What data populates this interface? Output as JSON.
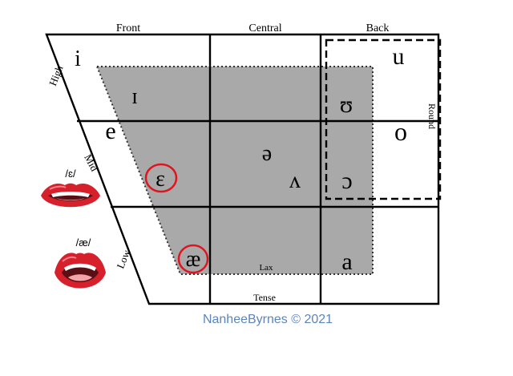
{
  "column_headers": {
    "front": "Front",
    "central": "Central",
    "back": "Back"
  },
  "row_labels": {
    "high": "High",
    "mid": "Mid",
    "low": "Low"
  },
  "region_labels": {
    "round": "Round",
    "lax": "Lax",
    "tense": "Tense"
  },
  "vowels": {
    "i": "i",
    "u": "u",
    "small_i": "ɪ",
    "upsilon": "ʊ",
    "e": "e",
    "o": "o",
    "schwa": "ə",
    "wedge": "ʌ",
    "epsilon": "ɛ",
    "open_o": "ɔ",
    "ash": "æ",
    "a": "a"
  },
  "mouth_labels": {
    "epsilon": "/ɛ/",
    "ash": "/æ/"
  },
  "copyright": "NanheeByrnes © 2021",
  "colors": {
    "lax_region_fill": "#a9a9a9",
    "grid_line": "#000000",
    "highlight_circle": "#e0141e",
    "lips": "#d6202c",
    "copyright_text": "#5b85bd"
  },
  "icons": {
    "mouth_epsilon": "lips-icon",
    "mouth_ash": "lips-icon"
  }
}
